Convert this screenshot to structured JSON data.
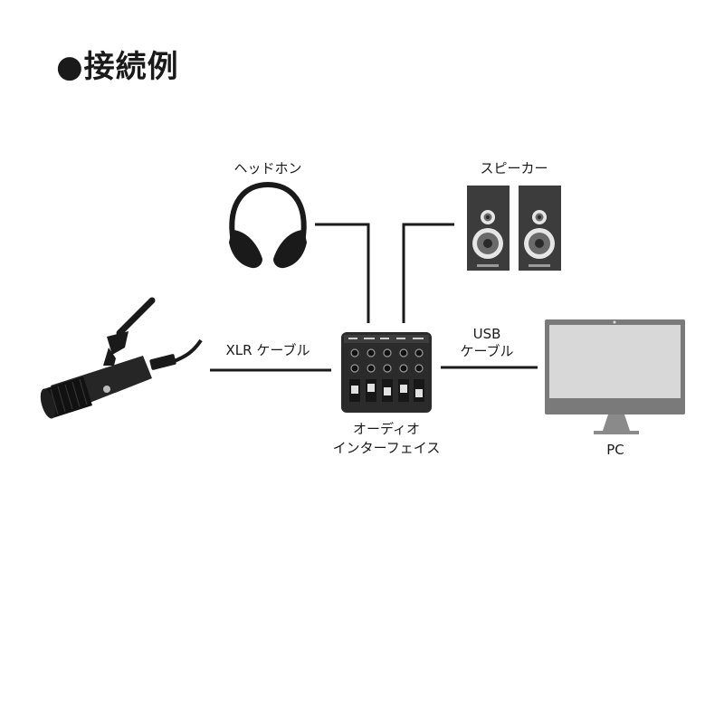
{
  "title": "●接続例",
  "labels": {
    "headphone": "ヘッドホン",
    "speaker": "スピーカー",
    "xlr_cable": "XLR ケーブル",
    "usb_cable_line1": "USB",
    "usb_cable_line2": "ケーブル",
    "interface_line1": "オーディオ",
    "interface_line2": "インターフェイス",
    "pc": "PC"
  },
  "icons": {
    "headphones": "headphones-icon",
    "speakers": "speaker-icon",
    "microphone": "microphone-icon",
    "audio_interface": "mixer-icon",
    "monitor": "monitor-icon"
  },
  "colors": {
    "line": "#1a1a1a",
    "speaker_cabinet": "#3c3c3c",
    "monitor_bezel": "#7a7a7a",
    "monitor_screen": "#d8d8d8"
  }
}
